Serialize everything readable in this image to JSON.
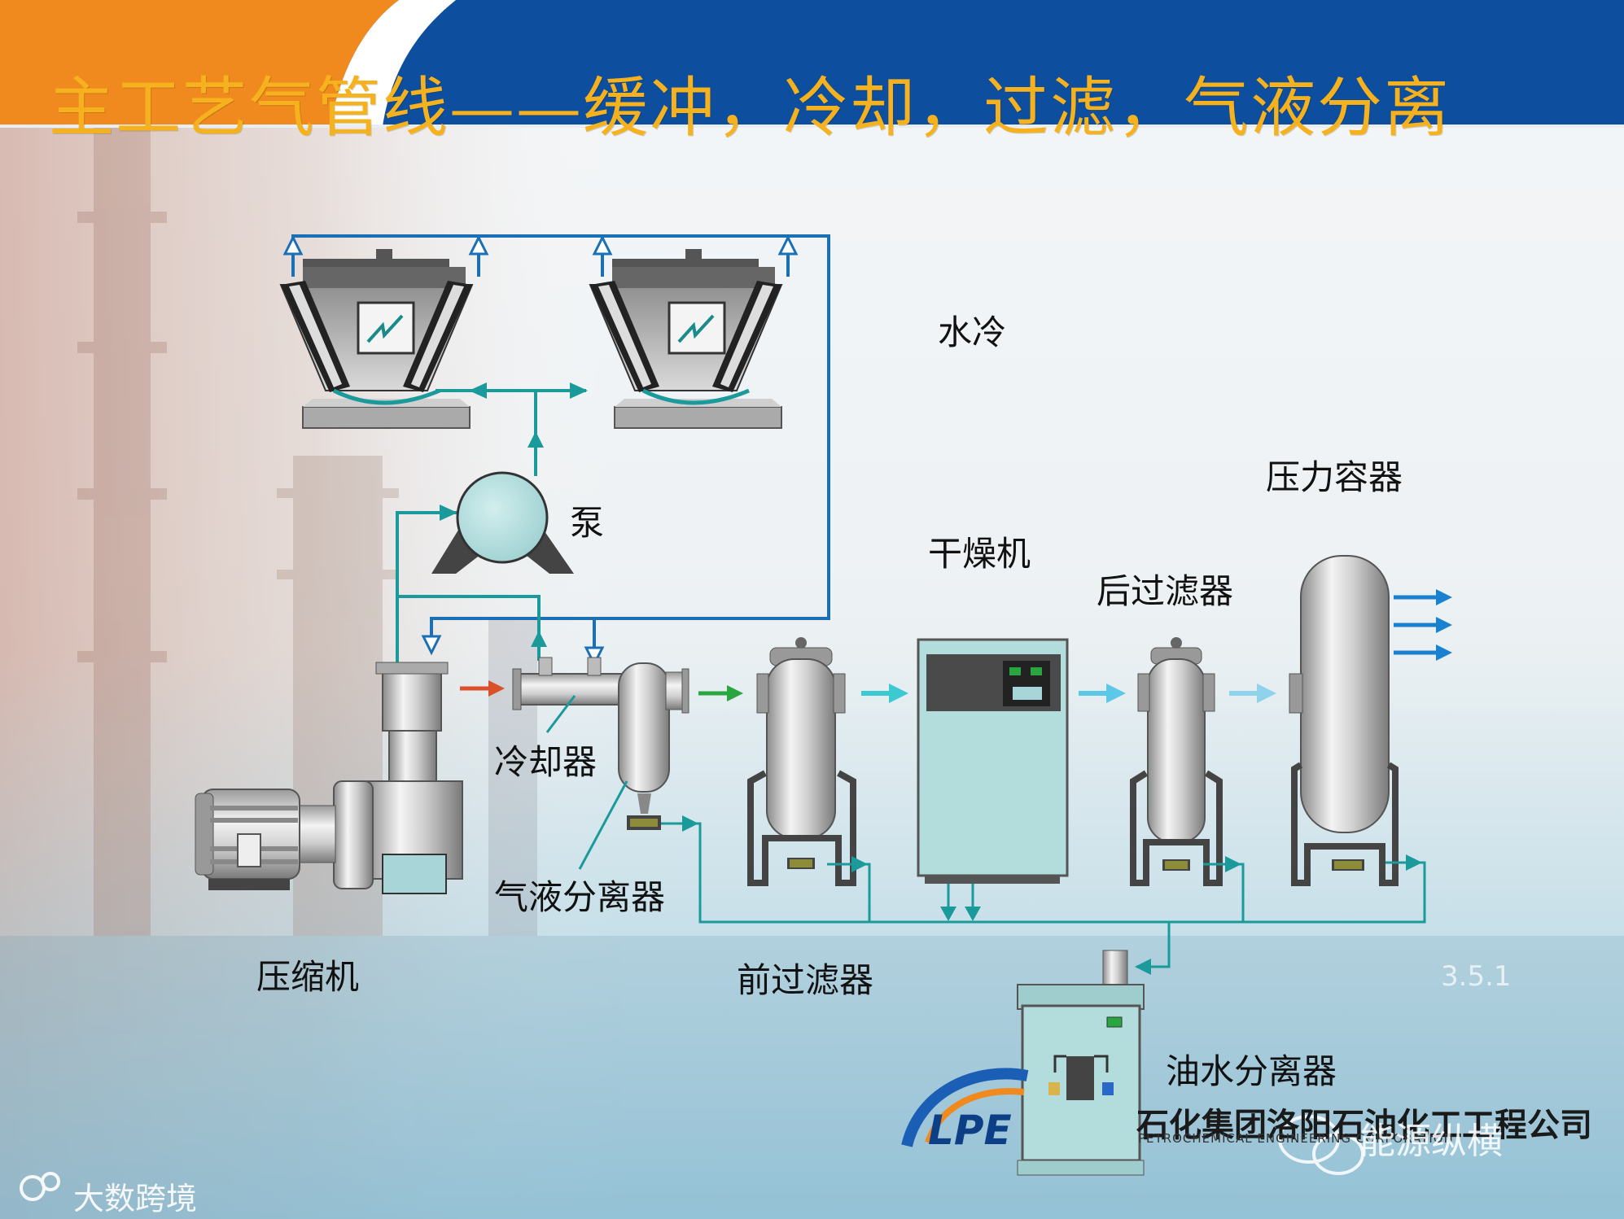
{
  "title": "主工艺气管线——缓冲，冷却，过滤，气液分离",
  "labels": {
    "water_cooling": "水冷",
    "pump": "泵",
    "dryer": "干燥机",
    "pressure_vessel": "压力容器",
    "after_filter": "后过滤器",
    "cooler": "冷却器",
    "gas_liquid_separator": "气液分离器",
    "compressor": "压缩机",
    "pre_filter": "前过滤器",
    "oil_water_separator": "油水分离器"
  },
  "organization": {
    "logo_text": "LPE",
    "name_cn": "石化集团洛阳石油化工工程公司",
    "name_en": "PETROCHEMICAL ENGINEERING CORPORATION"
  },
  "watermarks": {
    "wechat": "能源纵横",
    "bottom_left": "大数跨境"
  },
  "page_number": "3.5.1",
  "colors": {
    "header_blue": "#0d4f9e",
    "header_orange": "#f08a1e",
    "title_yellow": "#f5b21e",
    "water_line": "#1a6fb5",
    "drain_line": "#1a9a9a",
    "equipment_teal": "#a8d6d8",
    "metal": "#b8b8b8"
  }
}
